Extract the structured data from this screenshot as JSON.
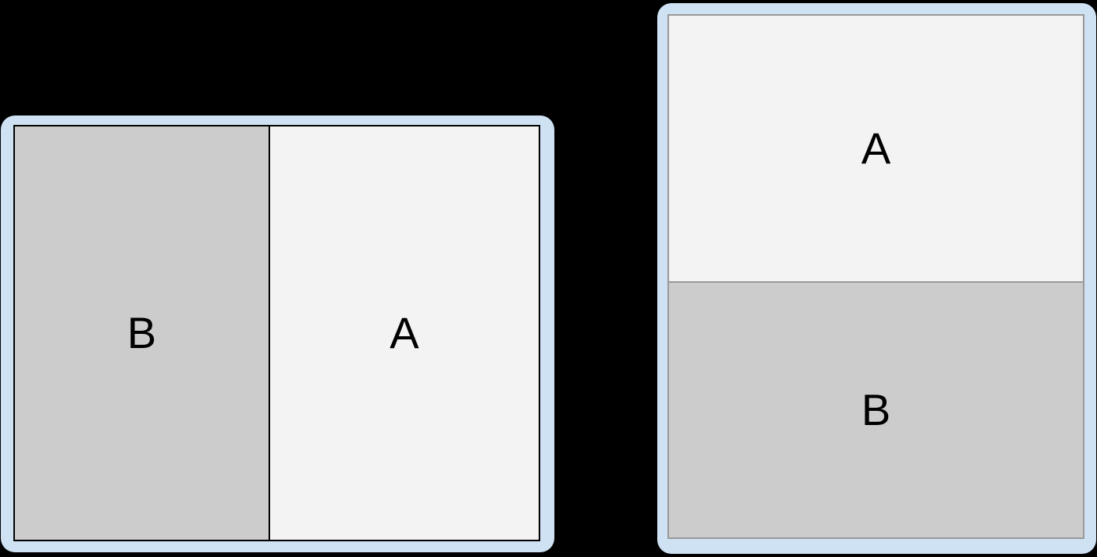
{
  "diagram": {
    "background_color": "#000000",
    "frame_color": "#cfe2f3",
    "pane_a_color": "#f3f3f3",
    "pane_b_color": "#cccccc",
    "landscape_stroke_color": "#000000",
    "portrait_stroke_color": "#999999",
    "devices": [
      {
        "orientation": "landscape",
        "split": "side-by-side",
        "panes": [
          {
            "label": "B"
          },
          {
            "label": "A"
          }
        ]
      },
      {
        "orientation": "portrait",
        "split": "stacked",
        "panes": [
          {
            "label": "A"
          },
          {
            "label": "B"
          }
        ]
      }
    ]
  }
}
